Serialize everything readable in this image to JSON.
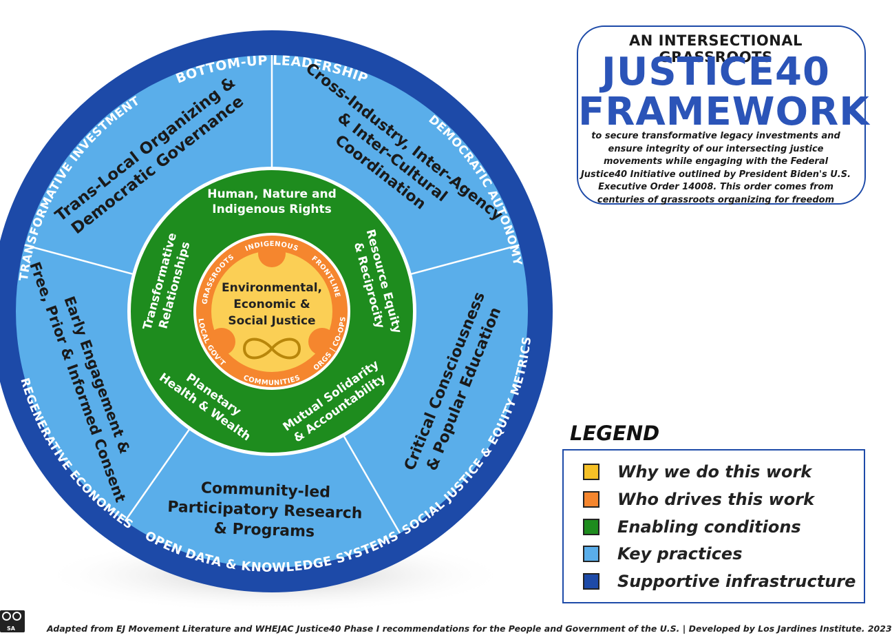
{
  "title_box": {
    "kicker": "AN INTERSECTIONAL GRASSROOTS",
    "title_line1": "JUSTICE40",
    "title_line2": "FRAMEWORK",
    "description": "to secure transformative legacy investments and ensure integrity of our intersecting justice movements while engaging with the Federal Justice40 Initiative outlined by President Biden's U.S. Executive Order 14008. This order comes from centuries of grassroots organizing for freedom"
  },
  "wheel": {
    "center": {
      "lines": [
        "Environmental,",
        "Economic &",
        "Social Justice"
      ],
      "icon": "infinity-icon"
    },
    "drivers": [
      "INDIGENOUS",
      "FRONTLINE",
      "LOCAL GOV'T",
      "COMMUNITIES",
      "ORGS | CO-OPS",
      "GRASSROOTS"
    ],
    "conditions": [
      [
        "Human, Nature and",
        "Indigenous Rights"
      ],
      [
        "Resource Equity",
        "& Reciprocity"
      ],
      [
        "Mutual Solidarity",
        "& Accountability"
      ],
      [
        "Planetary",
        "Health & Wealth"
      ],
      [
        "Transformative",
        "Relationships"
      ]
    ],
    "practices": [
      [
        "Trans-Local Organizing &",
        "Democratic Governance"
      ],
      [
        "Cross-Industry, Inter-Agency",
        "& Inter-Cultural",
        "Coordination"
      ],
      [
        "Critical Consciousness",
        "& Popular Education"
      ],
      [
        "Community-led",
        "Participatory Research",
        "& Programs"
      ],
      [
        "Early Engagement &",
        "Free, Prior & Informed Consent"
      ]
    ],
    "infrastructure": [
      "BOTTOM-UP LEADERSHIP",
      "DEMOCRATIC AUTONOMY",
      "REGENERATIVE ECONOMIES",
      "OPEN DATA & KNOWLEDGE SYSTEMS",
      "SOCIAL JUSTICE & EQUITY METRICS",
      "TRANSFORMATIVE INVESTMENT"
    ]
  },
  "legend": {
    "title": "LEGEND",
    "items": [
      {
        "label": "Why we do this work",
        "color": "#f5c026"
      },
      {
        "label": "Who drives this work",
        "color": "#f5862e"
      },
      {
        "label": "Enabling conditions",
        "color": "#1e8c1e"
      },
      {
        "label": "Key practices",
        "color": "#5aaeea"
      },
      {
        "label": "Supportive infrastructure",
        "color": "#1d4aa8"
      }
    ]
  },
  "license": "SA",
  "footer": "Adapted from EJ Movement Literature and WHEJAC Justice40 Phase I recommendations for the People and Government of the U.S. | Developed by Los Jardines Institute. 2023"
}
